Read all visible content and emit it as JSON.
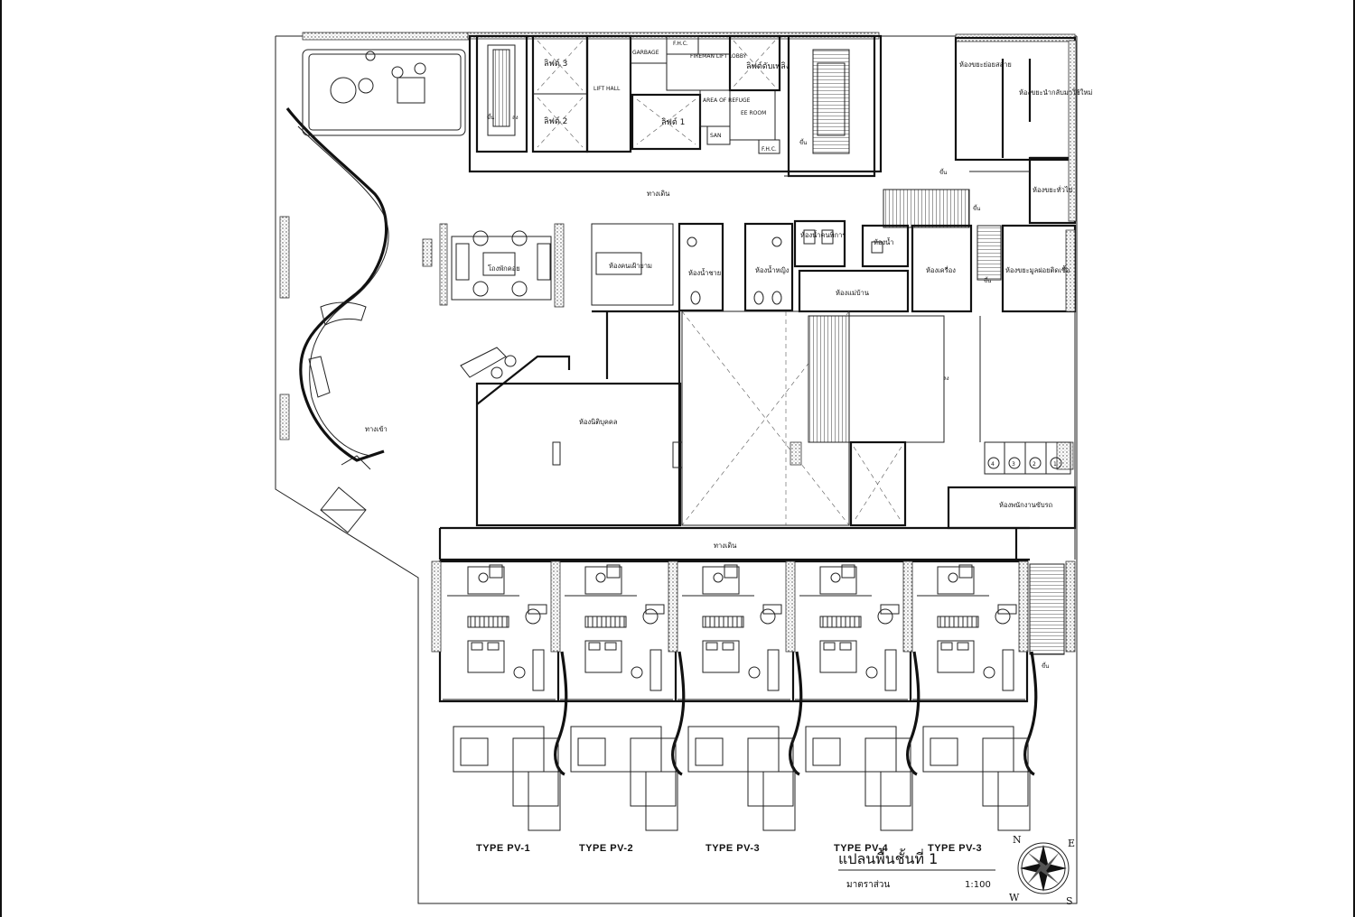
{
  "title": "แปลนพื้นชั้นที่ 1",
  "scale_label": "มาตราส่วน",
  "scale_value": "1:100",
  "compass": {
    "n": "N",
    "e": "E",
    "s": "S",
    "w": "W"
  },
  "unit_types": [
    "TYPE PV-1",
    "TYPE PV-2",
    "TYPE PV-3",
    "TYPE PV-4",
    "TYPE PV-3"
  ],
  "rooms": {
    "lift3": "ลิฟต์ 3",
    "lift2": "ลิฟต์ 2",
    "lift1": "ลิฟต์ 1",
    "fireman_lift": "ลิฟต์ดับเพลิง",
    "lift_hall": "LIFT HALL",
    "garbage": "GARBAGE",
    "fhc": "F.H.C.",
    "fhc2": "F.H.C.",
    "fireman_lobby": "FIREMAN LIFT LOBBY",
    "area_refuge": "AREA OF REFUGE",
    "ee_room": "EE ROOM",
    "san": "SAN",
    "walkway_top": "ทางเดิน",
    "walkway_mid": "ทางเดิน",
    "lobby": "โถงพักคอย",
    "guard": "ห้องคนเฝ้ายาม",
    "wc_male": "ห้องน้ำชาย",
    "wc_female": "ห้องน้ำหญิง",
    "wc_disabled": "ห้องน้ำคนพิการ",
    "wc_small": "ห้องน้ำ",
    "housekeeping": "ห้องแม่บ้าน",
    "machine": "ห้องเครื่อง",
    "garbage_wet": "ห้องขยะย่อยสลาย",
    "garbage_recycle": "ห้องขยะนำกลับมาใช้ใหม่",
    "garbage_general": "ห้องขยะทั่วไป",
    "garbage_hazard": "ห้องขยะมูลฝอยติดเชื้อ",
    "juristic": "ห้องนิติบุคคล",
    "entrance": "ทางเข้า",
    "staff": "ห้องพนักงานขับรถ",
    "up1": "ขึ้น",
    "down1": "ลง",
    "up2": "ขึ้น",
    "up3": "ขึ้น",
    "up4": "ขึ้น",
    "down2": "ลง",
    "up5": "ขึ้น",
    "up6": "ขึ้น"
  },
  "parking_numbers": [
    "4",
    "3",
    "2",
    "1"
  ]
}
